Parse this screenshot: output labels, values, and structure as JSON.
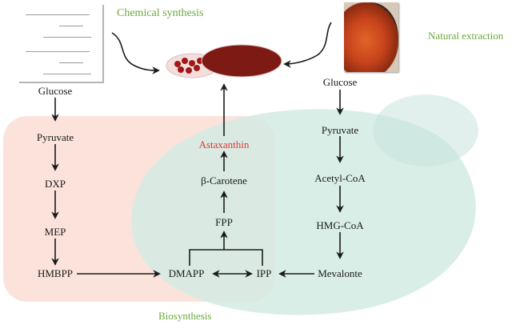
{
  "diagram": {
    "title_labels": {
      "chemical_synthesis": "Chemical synthesis",
      "natural_extraction": "Natural extraction",
      "biosynthesis": "Biosynthesis"
    },
    "left_pathway": [
      "Glucose",
      "Pyruvate",
      "DXP",
      "MEP",
      "HMBPP"
    ],
    "right_pathway": [
      "Glucose",
      "Pyruvate",
      "Acetyl-CoA",
      "HMG-CoA",
      "Mevalonte"
    ],
    "center_pathway": [
      "DMAPP",
      "IPP",
      "FPP",
      "β-Carotene",
      "Astaxanthin"
    ],
    "product": "Astaxanthin",
    "images": {
      "chemical_structure": "chemical-structure-figure",
      "crayfish_photo": "crayfish-photo",
      "astaxanthin_powder": "astaxanthin-powder-dishes"
    },
    "colors": {
      "pink_region": "#fbe3dc",
      "teal_region": "#d9ece6",
      "label_green": "#6aaa3a",
      "product_red": "#e8322d",
      "arrow": "#1a1a1a"
    }
  }
}
